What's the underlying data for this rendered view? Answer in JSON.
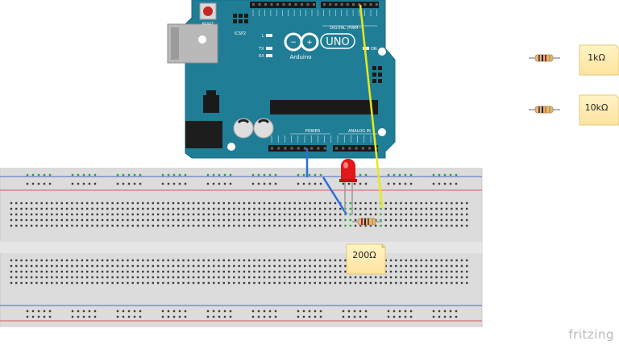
{
  "arduino": {
    "logo_text": "UNO",
    "brand_text": "Arduino",
    "reset_label": "RESET",
    "icsp_label": "ICSP2",
    "led_l": "L",
    "led_tx": "TX",
    "led_rx": "RX",
    "on_label": "ON",
    "digital_label": "DIGITAL (PWM~)",
    "power_label": "POWER",
    "analog_label": "ANALOG IN"
  },
  "parts_bin": [
    {
      "value": "1kΩ"
    },
    {
      "value": "10kΩ"
    }
  ],
  "circuit": {
    "resistor_value": "200Ω",
    "wire_colors": {
      "blue": "#2a6fd6",
      "yellow": "#e8e81a"
    },
    "led_color": "#e01818"
  },
  "breadboard": {
    "rail_red": "#d65a5a",
    "rail_blue": "#4a63c8"
  },
  "footer": {
    "brand": "fritzing"
  }
}
